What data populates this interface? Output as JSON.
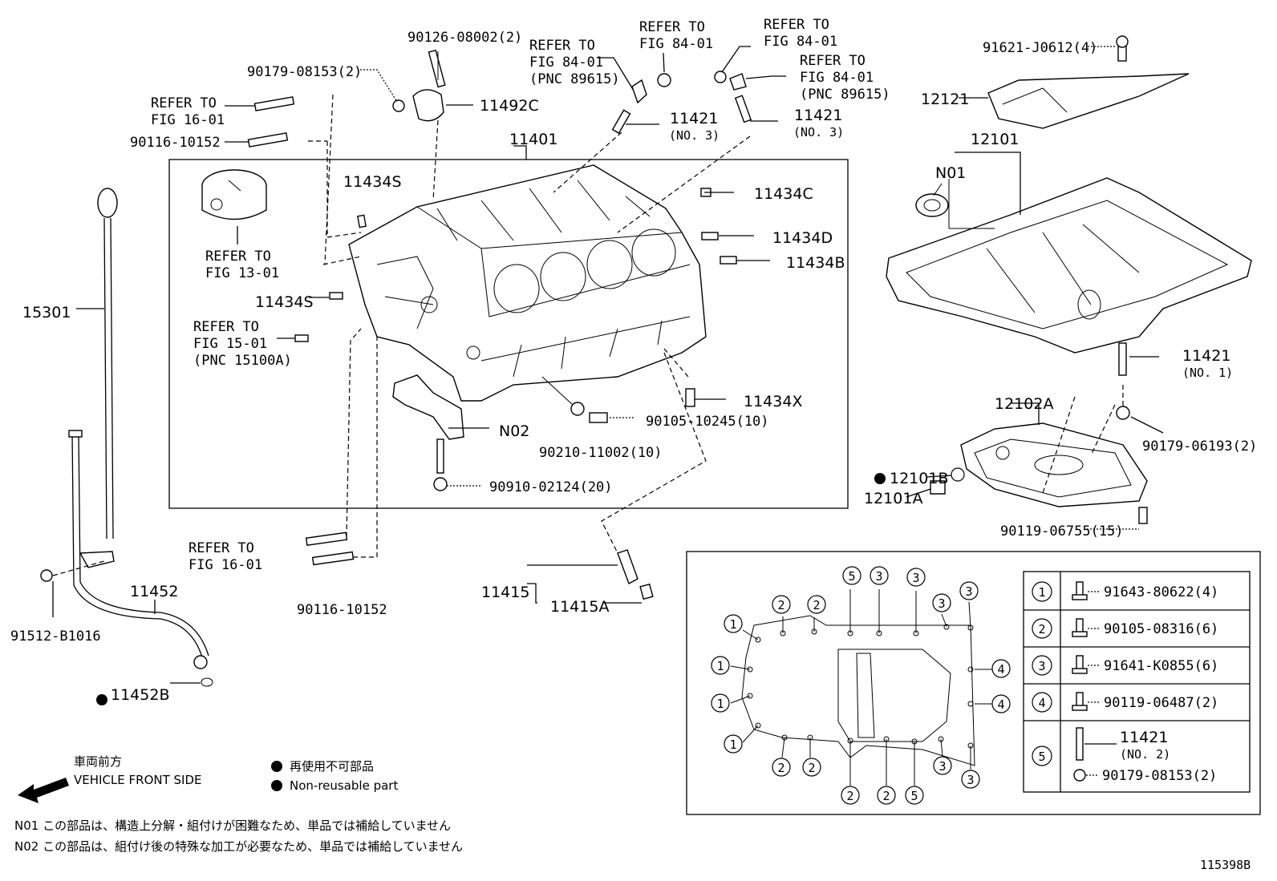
{
  "diagram": {
    "figure_id": "115398B",
    "part_labels": {
      "p90126": "90126-08002(2)",
      "p90179a": "90179-08153(2)",
      "refer84a_1": "REFER TO",
      "refer84a_2": "FIG 84-01",
      "refer84a_3": "(PNC 89615)",
      "refer84b_1": "REFER TO",
      "refer84b_2": "FIG 84-01",
      "refer84c_1": "REFER TO",
      "refer84c_2": "FIG 84-01",
      "refer84d_1": "REFER TO",
      "refer84d_2": "FIG 84-01",
      "refer84d_3": "(PNC 89615)",
      "refer16a_1": "REFER TO",
      "refer16a_2": "FIG 16-01",
      "p90116a": "90116-10152",
      "p11492c": "11492C",
      "p11421a": "11421",
      "p11421a_sub": "(NO. 3)",
      "p11421b": "11421",
      "p11421b_sub": "(NO. 3)",
      "p11401": "11401",
      "p11434s_a": "11434S",
      "refer13_1": "REFER TO",
      "refer13_2": "FIG 13-01",
      "p11434s_b": "11434S",
      "refer15_1": "REFER TO",
      "refer15_2": "FIG 15-01",
      "refer15_3": "(PNC 15100A)",
      "p11434c": "11434C",
      "p11434d": "11434D",
      "p11434b": "11434B",
      "p11434x": "11434X",
      "p90105a": "90105-10245(10)",
      "pN02": "N02",
      "p90210": "90210-11002(10)",
      "p90910": "90910-02124(20)",
      "p15301": "15301",
      "refer16b_1": "REFER TO",
      "refer16b_2": "FIG 16-01",
      "p90116b": "90116-10152",
      "p11452": "11452",
      "p91512": "91512-B1016",
      "p11452b": "11452B",
      "p11415": "11415",
      "p11415a": "11415A",
      "p91621": "91621-J0612(4)",
      "p12121": "12121",
      "p12101": "12101",
      "pN01": "N01",
      "p11421c": "11421",
      "p11421c_sub": "(NO. 1)",
      "p12102a": "12102A",
      "p90179b": "90179-06193(2)",
      "p12101b": "12101B",
      "p12101a": "12101A",
      "p90119a": "90119-06755(15)"
    },
    "bolt_table": [
      {
        "num": "1",
        "part": "91643-80622(4)"
      },
      {
        "num": "2",
        "part": "90105-08316(6)"
      },
      {
        "num": "3",
        "part": "91641-K0855(6)"
      },
      {
        "num": "4",
        "part": "90119-06487(2)"
      },
      {
        "num": "5",
        "part": "11421",
        "sub": "(NO. 2)",
        "part2": "90179-08153(2)"
      }
    ],
    "legend": {
      "front_jp": "車両前方",
      "front_en": "VEHICLE FRONT SIDE",
      "nonreuse_jp": "再使用不可部品",
      "nonreuse_en": "Non-reusable part"
    },
    "notes": {
      "n01": "N01  この部品は、構造上分解・組付けが困難なため、単品では補給していません",
      "n02": "N02  この部品は、組付け後の特殊な加工が必要なため、単品では補給していません"
    }
  }
}
